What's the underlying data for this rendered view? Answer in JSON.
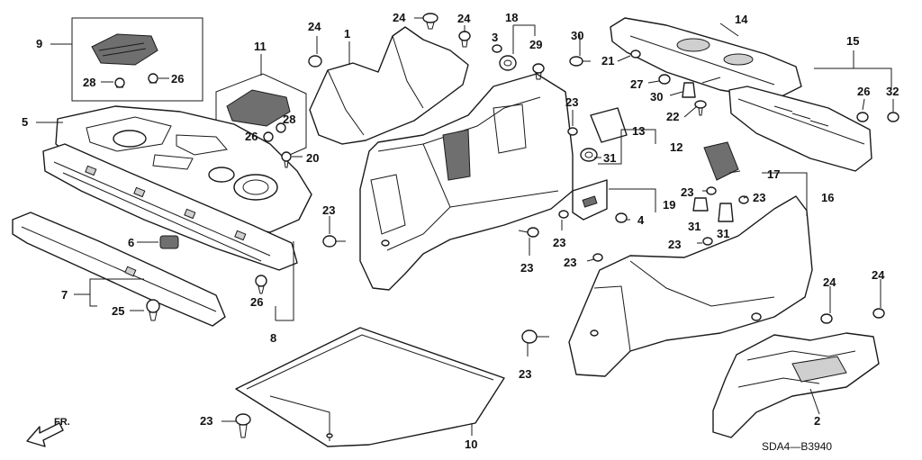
{
  "diagram_code": "SDA4—B3940",
  "front_indicator": "FR.",
  "callouts": {
    "c1": "1",
    "c2": "2",
    "c3": "3",
    "c4": "4",
    "c5": "5",
    "c6": "6",
    "c7": "7",
    "c8": "8",
    "c9": "9",
    "c10": "10",
    "c11": "11",
    "c12": "12",
    "c13": "13",
    "c14": "14",
    "c15": "15",
    "c16": "16",
    "c17": "17",
    "c18": "18",
    "c19": "19",
    "c20": "20",
    "c21": "21",
    "c22": "22",
    "c23": "23",
    "c24": "24",
    "c25": "25",
    "c26": "26",
    "c27": "27",
    "c28": "28",
    "c29": "29",
    "c30": "30",
    "c31": "31",
    "c32": "32"
  }
}
